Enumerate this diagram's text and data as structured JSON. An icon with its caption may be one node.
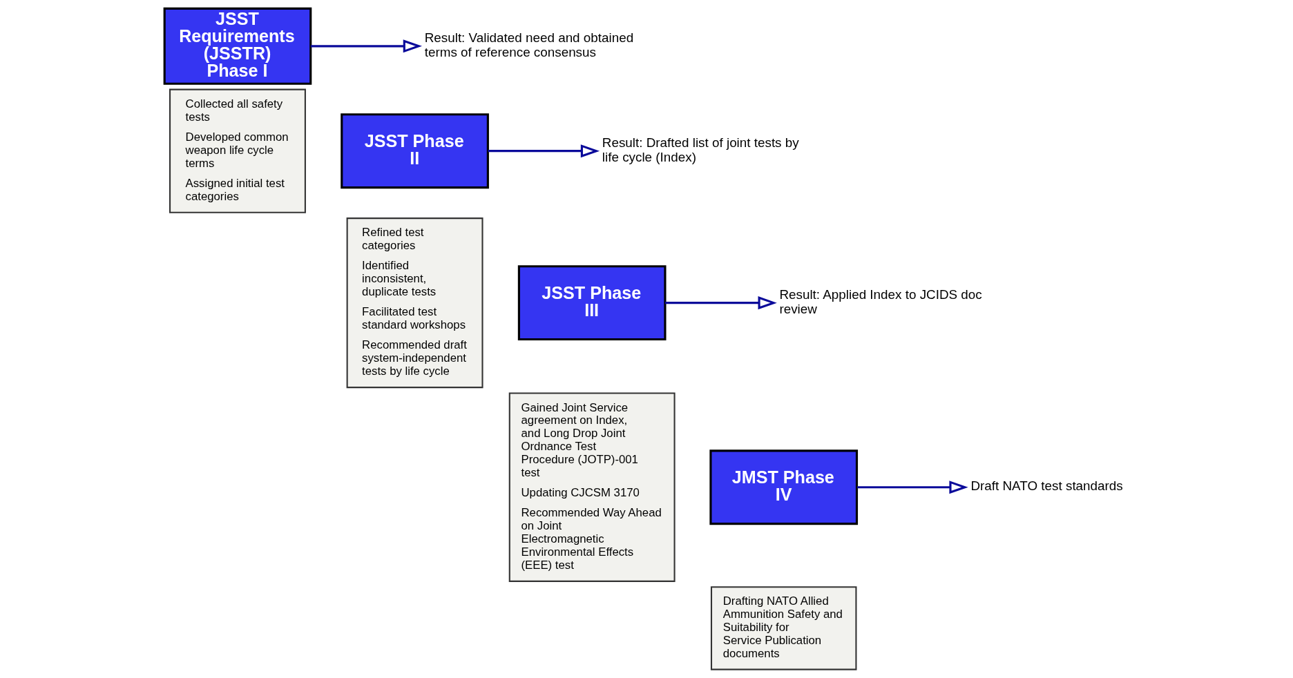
{
  "diagram": {
    "nodes": [
      {
        "text": [
          "JSST Requirements (JSSTR) Phase I"
        ]
      },
      {
        "text": [
          "Collected all safety tests",
          "Developed common weapon life cycle terms",
          "Assigned initial test categories"
        ]
      },
      {
        "text": [
          "Result: Validated need and obtained terms of reference consensus"
        ]
      },
      {
        "text": [
          "JSST Phase II"
        ]
      },
      {
        "text": [
          "Refined test categories",
          "Identified inconsistent, duplicate tests",
          "Facilitated test standard workshops",
          "Recommended draft system-independent tests by life cycle"
        ]
      },
      {
        "text": [
          "Result: Drafted list of joint tests by life cycle (Index)"
        ]
      },
      {
        "text": [
          "JSST Phase III"
        ]
      },
      {
        "text": [
          "Gained Joint Service agreement on Index, and Long Drop Joint Ordnance Test Procedure (JOTP)-001 test",
          "Updating CJCSM 3170",
          "Recommended Way Ahead on Joint Electromagnetic Environmental Effects (EEE) test"
        ]
      },
      {
        "text": [
          "Result: Applied Index to JCIDS doc review"
        ]
      },
      {
        "text": [
          "JMST Phase IV"
        ]
      },
      {
        "text": [
          "Drafting NATO Allied Ammunition Safety and Suitability for Service Publication documents"
        ]
      },
      {
        "text": [
          "Draft NATO test standards"
        ]
      }
    ],
    "edges": [
      {
        "from": 0,
        "to": 2,
        "arrow": "to"
      },
      {
        "from": 3,
        "to": 5,
        "arrow": "to"
      },
      {
        "from": 6,
        "to": 8,
        "arrow": "to"
      },
      {
        "from": 9,
        "to": 11,
        "arrow": "to"
      }
    ]
  }
}
